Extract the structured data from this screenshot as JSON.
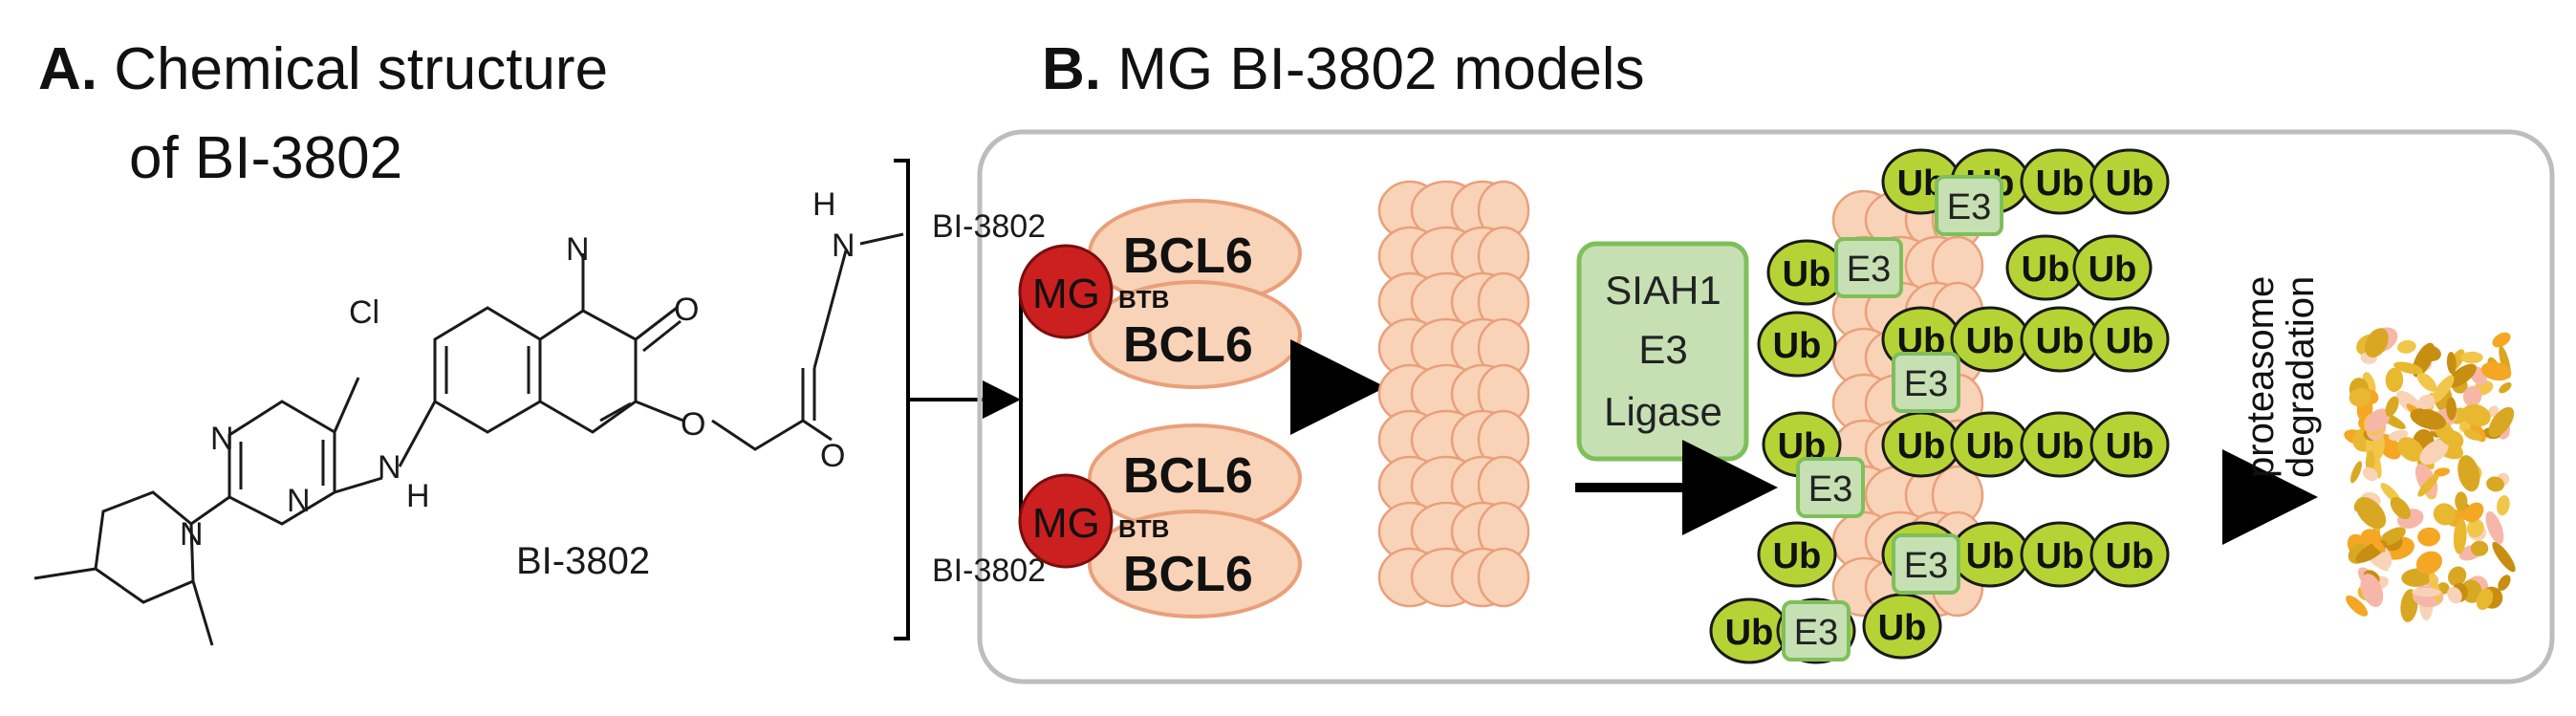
{
  "panel_a": {
    "letter": "A.",
    "title_line1": "Chemical structure",
    "title_line2": "of BI-3802",
    "compound_label": "BI-3802",
    "atoms": {
      "n_methyl": "N",
      "o_carbonyl": "O",
      "o_ether": "O",
      "h_amide": "H",
      "n_amide": "N",
      "o_amide": "O",
      "cl": "Cl",
      "n_pyr1": "N",
      "n_pyr2": "N",
      "n_link": "N",
      "h_link": "H",
      "n_pip": "N"
    }
  },
  "panel_b": {
    "letter": "B.",
    "title": "MG BI-3802 models",
    "bi_label_top": "BI-3802",
    "bi_label_bottom": "BI-3802",
    "mg": "MG",
    "btb": "BTB",
    "bcl6": "BCL6",
    "siah1_box": {
      "line1": "SIAH1",
      "line2": "E3",
      "line3": "Ligase"
    },
    "ub": "Ub",
    "e3": "E3",
    "degradation": {
      "line1": "proteasome",
      "line2": "degradation"
    }
  },
  "colors": {
    "protein_fill": "#f9d3b8",
    "protein_stroke": "#e9a07a",
    "mg_red": "#cc1f1f",
    "ub_green": "#b6d335",
    "ligase_box": "#c6e0b4",
    "ligase_stroke": "#7fbf5a",
    "panel_border": "#bdbdbd",
    "degradation_gold": "#d9a822"
  }
}
